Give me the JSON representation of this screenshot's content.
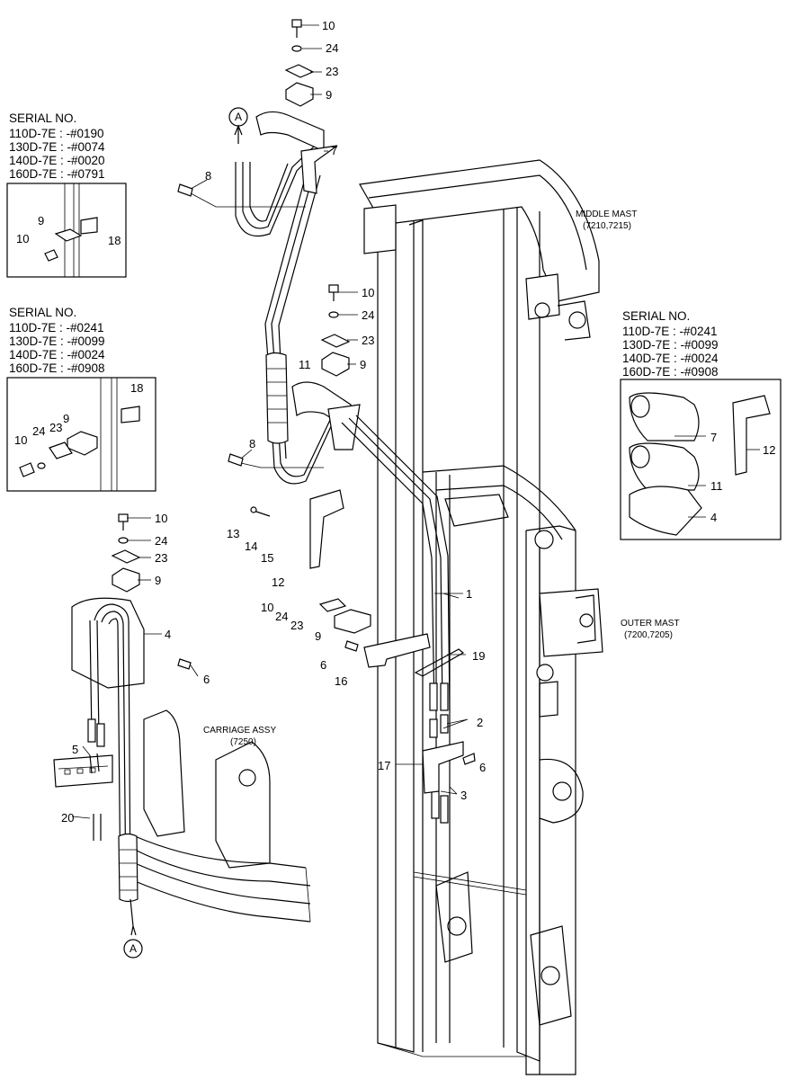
{
  "serial_blocks": [
    {
      "title": "SERIAL NO.",
      "lines": [
        "110D-7E : -#0190",
        "130D-7E : -#0074",
        "140D-7E : -#0020",
        "160D-7E : -#0791"
      ]
    },
    {
      "title": "SERIAL NO.",
      "lines": [
        "110D-7E : -#0241",
        "130D-7E : -#0099",
        "140D-7E : -#0024",
        "160D-7E : -#0908"
      ]
    },
    {
      "title": "SERIAL NO.",
      "lines": [
        "110D-7E : -#0241",
        "130D-7E : -#0099",
        "140D-7E : -#0024",
        "160D-7E : -#0908"
      ]
    }
  ],
  "assemblies": {
    "middle_mast": {
      "name": "MIDDLE MAST",
      "code": "(7210,7215)"
    },
    "outer_mast": {
      "name": "OUTER MAST",
      "code": "(7200,7205)"
    },
    "carriage": {
      "name": "CARRIAGE ASSY",
      "code": "(7250)"
    }
  },
  "view_marker": "A",
  "part_numbers": {
    "top": [
      "10",
      "24",
      "23",
      "9",
      "7",
      "8"
    ],
    "inset1": [
      "9",
      "10",
      "18"
    ],
    "mid": [
      "10",
      "24",
      "23",
      "9",
      "11",
      "8"
    ],
    "inset2": [
      "18",
      "9",
      "24",
      "23",
      "10"
    ],
    "left": [
      "10",
      "24",
      "23",
      "9",
      "4",
      "6",
      "5",
      "20"
    ],
    "center": [
      "13",
      "14",
      "15",
      "12",
      "10",
      "24",
      "23",
      "9",
      "6",
      "16",
      "1",
      "19"
    ],
    "lower": [
      "2",
      "17",
      "6",
      "3"
    ],
    "right_inset": [
      "7",
      "12",
      "11",
      "4"
    ]
  }
}
